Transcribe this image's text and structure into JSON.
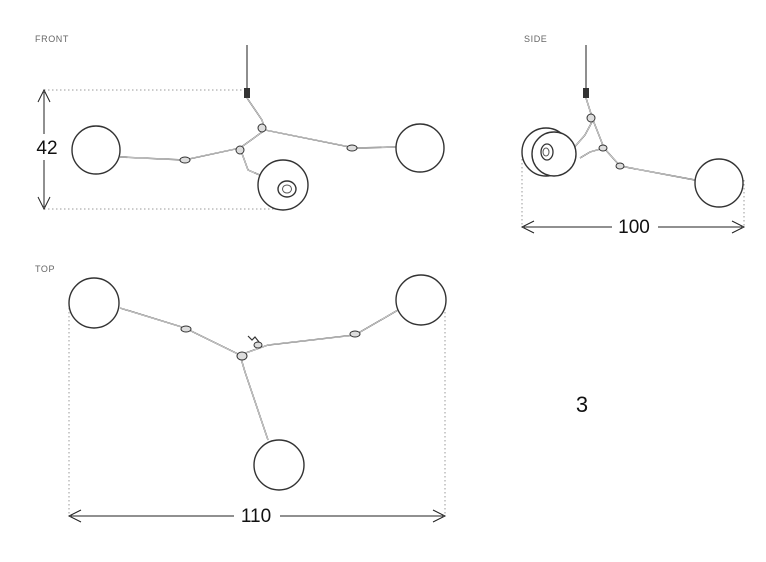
{
  "views": {
    "front": "FRONT",
    "side": "SIDE",
    "top": "TOP"
  },
  "dimensions": {
    "front_height": "42",
    "side_width": "100",
    "top_width": "110"
  },
  "figure_number": "3",
  "colors": {
    "line": "#333333",
    "guide": "#9a9a9a",
    "text": "#111111"
  }
}
